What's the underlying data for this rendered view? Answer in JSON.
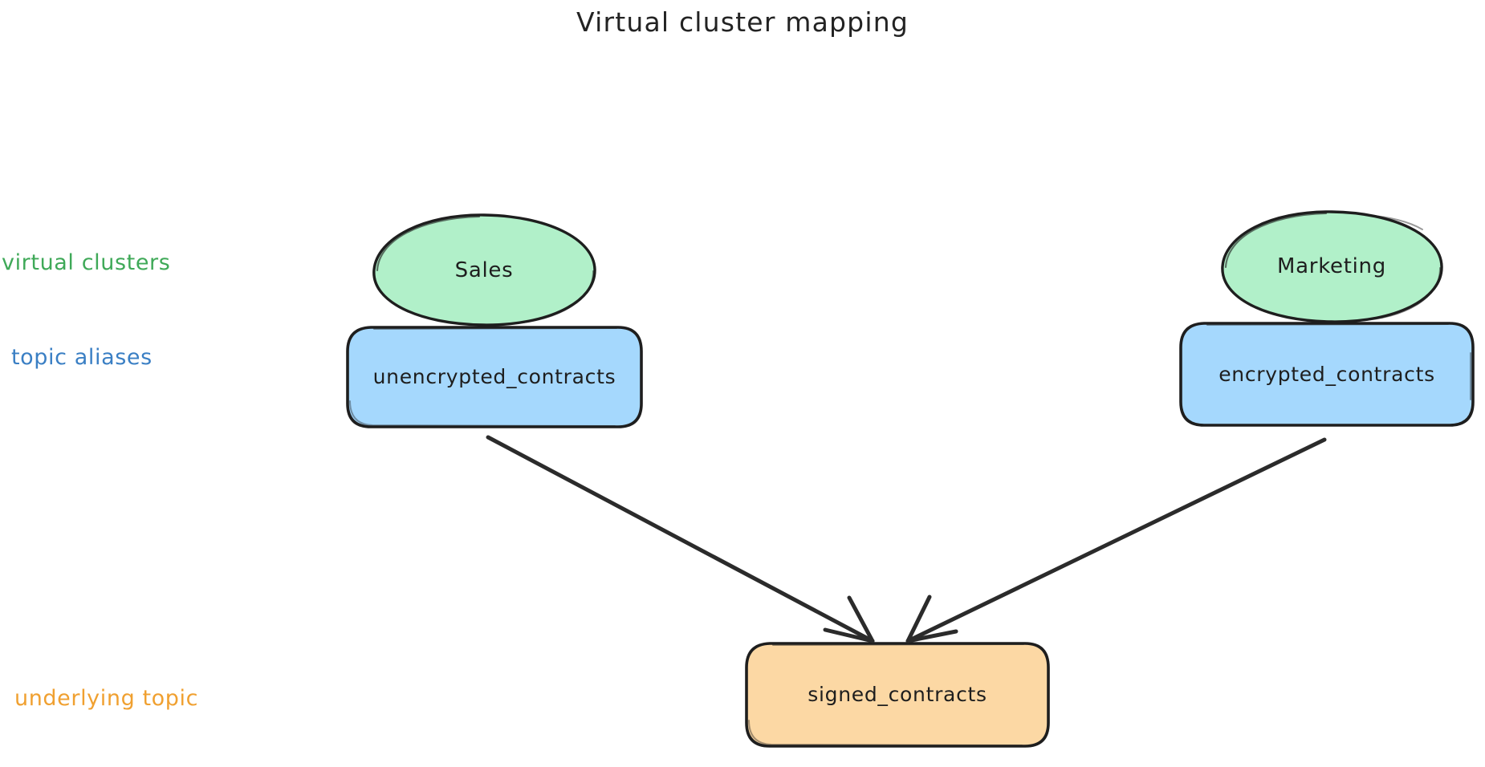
{
  "diagram": {
    "title": "Virtual cluster mapping",
    "background_color": "#ffffff",
    "stroke_color": "#1e1e1e",
    "row_labels": [
      {
        "id": "virtual-clusters",
        "text": "virtual clusters",
        "color": "#3fa958"
      },
      {
        "id": "topic-aliases",
        "text": "topic aliases",
        "color": "#3a7fc4"
      },
      {
        "id": "underlying-topic",
        "text": "underlying topic",
        "color": "#f0a030"
      }
    ],
    "nodes": [
      {
        "id": "sales",
        "label": "Sales",
        "shape": "ellipse",
        "fill": "#b1f0c9",
        "row": "virtual-clusters"
      },
      {
        "id": "marketing",
        "label": "Marketing",
        "shape": "ellipse",
        "fill": "#b1f0c9",
        "row": "virtual-clusters"
      },
      {
        "id": "unencrypted",
        "label": "unencrypted_contracts",
        "shape": "rounded-rectangle",
        "fill": "#a5d8fd",
        "row": "topic-aliases"
      },
      {
        "id": "encrypted",
        "label": "encrypted_contracts",
        "shape": "rounded-rectangle",
        "fill": "#a5d8fd",
        "row": "topic-aliases"
      },
      {
        "id": "signed",
        "label": "signed_contracts",
        "shape": "rounded-rectangle",
        "fill": "#fcd8a4",
        "row": "underlying-topic"
      }
    ],
    "edges": [
      {
        "id": "unencrypted-to-signed",
        "from": "unencrypted",
        "to": "signed",
        "arrowhead": "end"
      },
      {
        "id": "encrypted-to-signed",
        "from": "encrypted",
        "to": "signed",
        "arrowhead": "end"
      }
    ]
  }
}
